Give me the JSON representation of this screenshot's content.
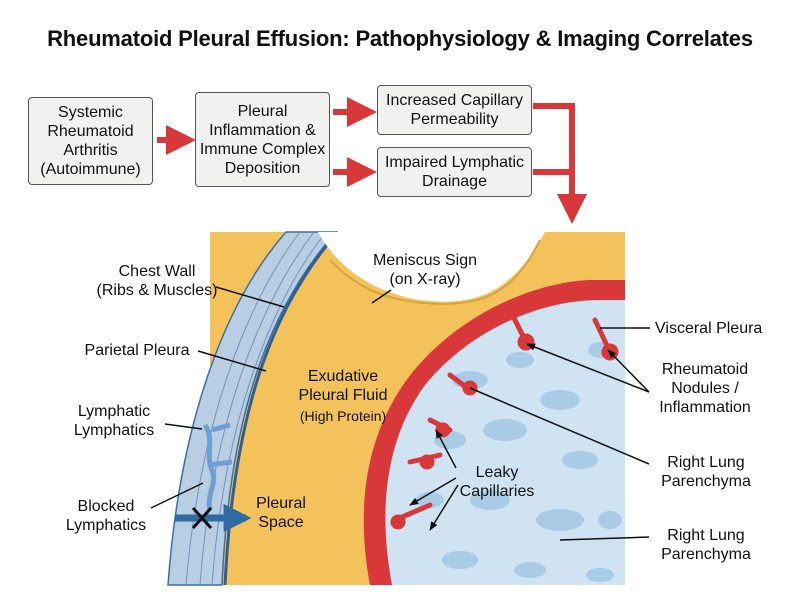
{
  "title": "Rheumatoid Pleural Effusion: Pathophysiology & Imaging Correlates",
  "flow": {
    "box1": "Systemic\nRheumatoid\nArthritis\n(Autoimmune)",
    "box2": "Pleural\nInflammation &\nImmune Complex\nDeposition",
    "box3": "Increased Capillary\nPermeability",
    "box4": "Impaired Lymphatic\nDrainage"
  },
  "labels": {
    "chest_wall": "Chest Wall\n(Ribs & Muscles)",
    "parietal_pleura": "Parietal Pleura",
    "lymphatic": "Lymphatic\nLymphatics",
    "blocked": "Blocked\nLymphatics",
    "meniscus": "Meniscus Sign\n(on X-ray)",
    "exudative_title": "Exudative\nPleural Fluid",
    "exudative_sub": "(High Protein)",
    "pleural_space": "Pleural\nSpace",
    "leaky": "Leaky\nCapillaries",
    "visceral": "Visceral Pleura",
    "nodules": "Rheumatoid\nNodules /\nInflammation",
    "lung1": "Right Lung\nParenchyma",
    "lung2": "Right Lung\nParenchyma"
  },
  "colors": {
    "fluid": "#f4c25a",
    "pleura_red": "#d9383a",
    "lung": "#cfe3f2",
    "chest_wall": "#b9cde3",
    "arrow": "#d9383a",
    "lymph_arrow": "#2f6aa3"
  }
}
